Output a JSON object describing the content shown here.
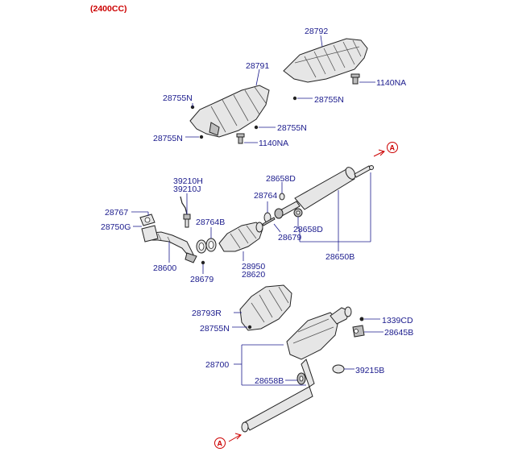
{
  "header": {
    "engine": "(2400CC)"
  },
  "ref_marker": "A",
  "labels": {
    "p28792": "28792",
    "p28791": "28791",
    "p1140na_a": "1140NA",
    "p28755n_a": "28755N",
    "p28755n_b": "28755N",
    "p28755n_c": "28755N",
    "p28755n_d": "28755N",
    "p1140na_b": "1140NA",
    "p39210h": "39210H",
    "p39210j": "39210J",
    "p28658d_a": "28658D",
    "p28764": "28764",
    "p28767": "28767",
    "p28750g": "28750G",
    "p28764b": "28764B",
    "p28658d_b": "28658D",
    "p28679_a": "28679",
    "p28650b": "28650B",
    "p28600": "28600",
    "p28950": "28950",
    "p28620": "28620",
    "p28679_b": "28679",
    "p28793r": "28793R",
    "p28755n_e": "28755N",
    "p1339cd": "1339CD",
    "p28645b": "28645B",
    "p28700": "28700",
    "p28658b": "28658B",
    "p39215b": "39215B"
  },
  "colors": {
    "label": "#1a1a8c",
    "header": "#cc0000",
    "outline": "#222222"
  }
}
